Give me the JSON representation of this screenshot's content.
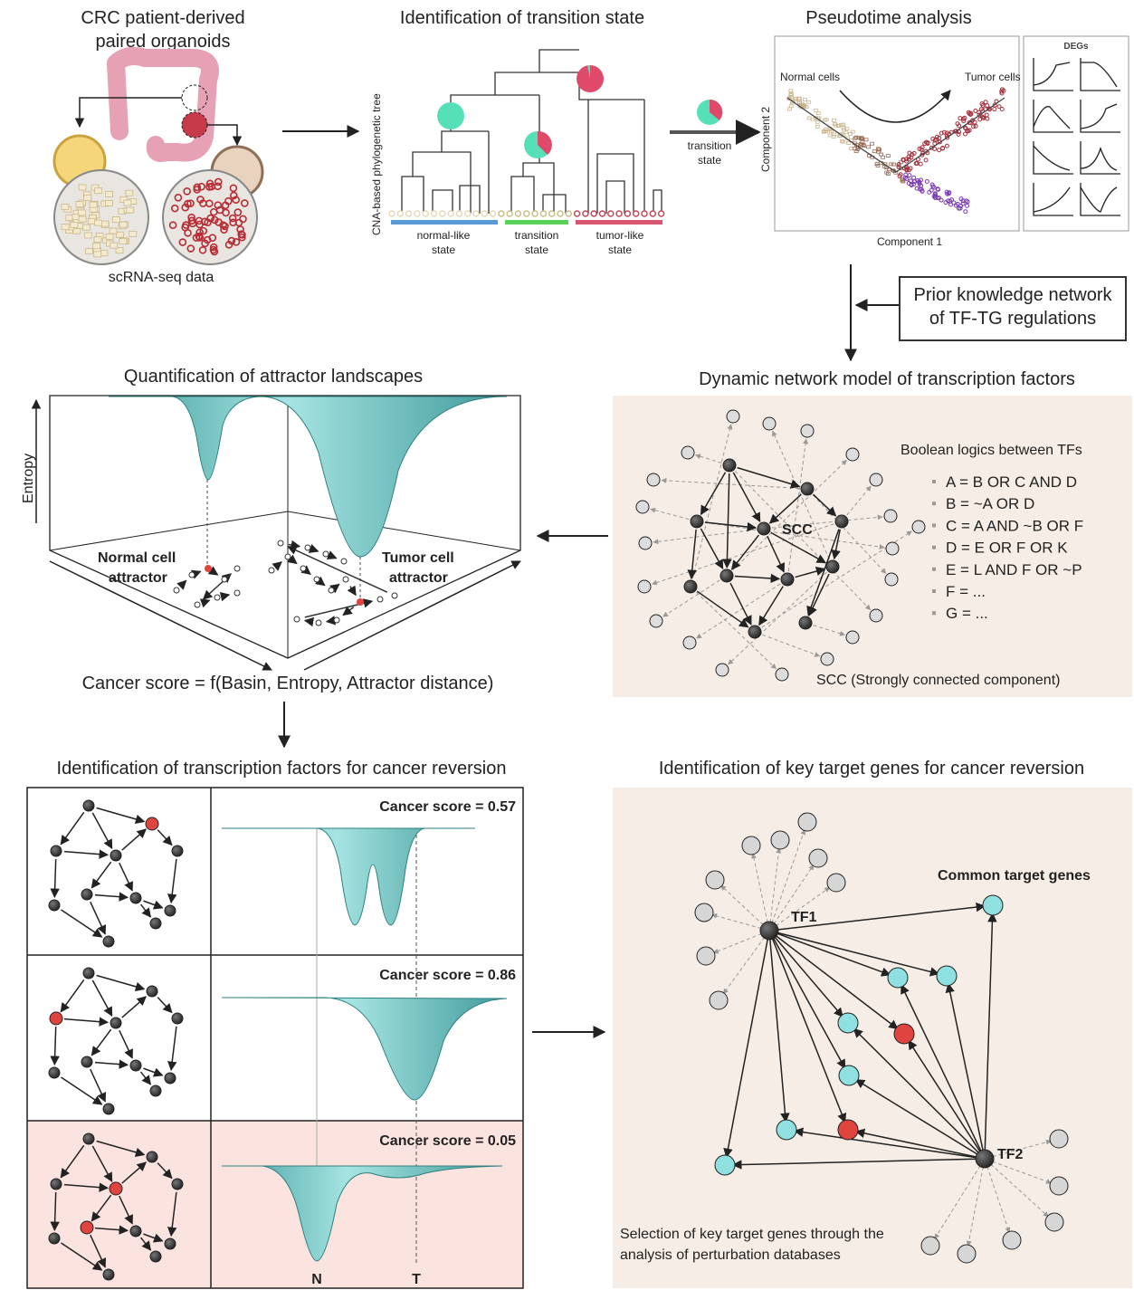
{
  "panel1": {
    "title_line1": "CRC patient-derived",
    "title_line2": "paired organoids",
    "caption": "scRNA-seq data"
  },
  "panel2": {
    "title": "Identification of transition state",
    "axis_label": "CNA-based phylogenetic tree",
    "states": [
      {
        "label_line1": "normal-like",
        "label_line2": "state",
        "color": "#5b9bd5"
      },
      {
        "label_line1": "transition",
        "label_line2": "state",
        "color": "#5ad25a"
      },
      {
        "label_line1": "tumor-like",
        "label_line2": "state",
        "color": "#d9546f"
      }
    ],
    "arrow_label_line1": "transition",
    "arrow_label_line2": "state"
  },
  "panel3": {
    "title": "Pseudotime analysis",
    "normal_label": "Normal cells",
    "tumor_label": "Tumor cells",
    "xlabel": "Component 1",
    "ylabel": "Component 2",
    "degs_label": "DEGs"
  },
  "prior_box": {
    "line1": "Prior knowledge network",
    "line2": "of TF-TG regulations"
  },
  "panel4": {
    "title": "Quantification of attractor landscapes",
    "axis_label": "Entropy",
    "normal_attr_line1": "Normal cell",
    "normal_attr_line2": "attractor",
    "tumor_attr_line1": "Tumor cell",
    "tumor_attr_line2": "attractor",
    "formula": "Cancer score = f(Basin, Entropy, Attractor distance)"
  },
  "panel5": {
    "title": "Dynamic network model of transcription factors",
    "logic_title": "Boolean logics between TFs",
    "rules": [
      "A = B OR C AND D",
      "B = ~A OR D",
      "C = A AND ~B OR F",
      "D = E OR F OR K",
      "E = L AND F OR ~P",
      "F = ...",
      "G = ..."
    ],
    "scc_label": "SCC",
    "scc_caption": "SCC (Strongly connected component)"
  },
  "panel6": {
    "title": "Identification of transcription factors for cancer reversion",
    "scores": [
      "Cancer score = 0.57",
      "Cancer score = 0.86",
      "Cancer score = 0.05"
    ],
    "n_label": "N",
    "t_label": "T"
  },
  "panel7": {
    "title": "Identification of key target genes for cancer reversion",
    "common_label": "Common target genes",
    "tf1": "TF1",
    "tf2": "TF2",
    "caption_line1": "Selection of key target genes through the",
    "caption_line2": "analysis of perturbation databases"
  },
  "colors": {
    "cyan": "#6ec9c9",
    "red_node": "#e0443f",
    "pink_panel": "#fbe3df",
    "beige_panel": "#f6eee6"
  }
}
